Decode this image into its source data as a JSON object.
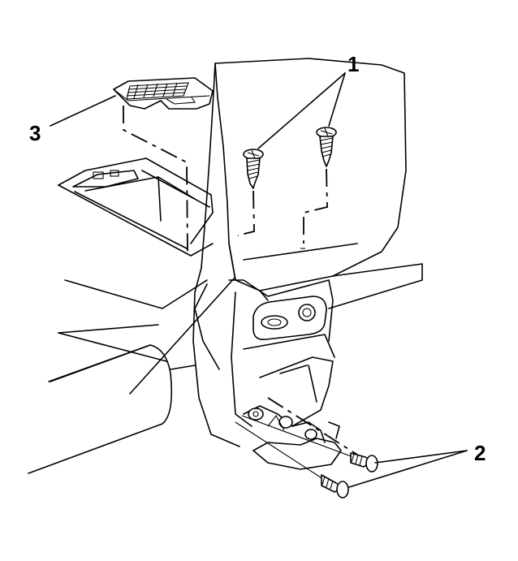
{
  "callouts": [
    {
      "id": "1",
      "label": "1"
    },
    {
      "id": "2",
      "label": "2"
    },
    {
      "id": "3",
      "label": "3"
    }
  ],
  "parts": {
    "armrest_pad": "armrest-pad",
    "armrest_screws": "armrest-screw",
    "lower_screws": "lower-console-screw",
    "storage_mat": "storage-mat"
  },
  "colors": {
    "line": "#000000",
    "background": "#ffffff"
  }
}
